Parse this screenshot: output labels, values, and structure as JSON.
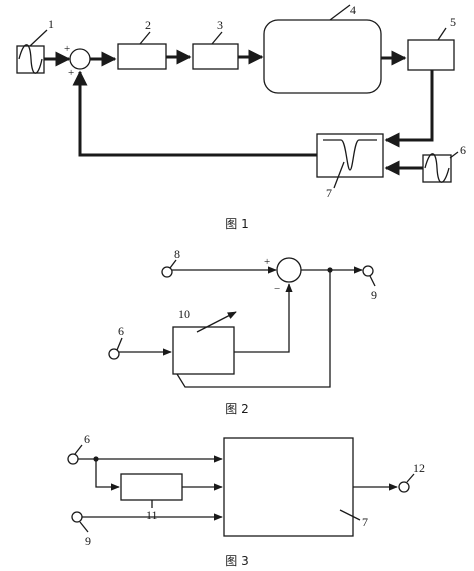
{
  "figure1": {
    "caption": "图 1",
    "labels": {
      "n1": "1",
      "n2": "2",
      "n3": "3",
      "n4": "4",
      "n5": "5",
      "n6": "6",
      "n7": "7"
    },
    "signs": {
      "plus_top": "+",
      "plus_bottom": "+"
    }
  },
  "figure2": {
    "caption": "图 2",
    "labels": {
      "n6": "6",
      "n8": "8",
      "n9": "9",
      "n10": "10"
    },
    "signs": {
      "plus": "+",
      "minus": "−"
    }
  },
  "figure3": {
    "caption": "图 3",
    "labels": {
      "n6": "6",
      "n7": "7",
      "n9": "9",
      "n11": "11",
      "n12": "12"
    }
  },
  "colors": {
    "ink": "#1a1a1a",
    "paper": "#ffffff"
  }
}
